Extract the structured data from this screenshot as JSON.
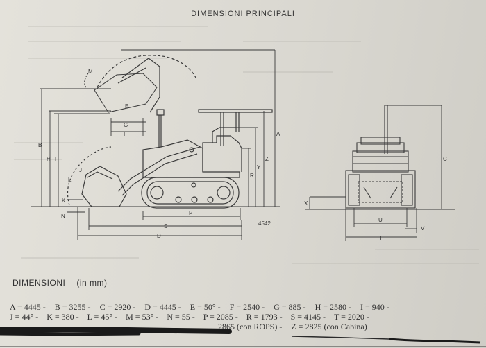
{
  "page": {
    "title": "DIMENSIONI   PRINCIPALI",
    "figure_number": "4542",
    "section_heading": "DIMENSIONI",
    "unit_label": "(in mm)"
  },
  "dimensions": {
    "line1": [
      "A = 4445 -",
      "B = 3255 -",
      "C = 2920 -",
      "D = 4445 -",
      "E = 50° -",
      "F = 2540 -",
      "G = 885 -",
      "H = 2580 -",
      "I = 940 -"
    ],
    "line2": [
      "J = 44° -",
      "K = 380 -",
      "L = 45° -",
      "M = 53° -",
      "N = 55 -",
      "P = 2085 -",
      "R = 1793 -",
      "S = 4145 -",
      "T = 2020 -"
    ],
    "line3": [
      "2865 (con ROPS) -",
      "Z = 2825 (con Cabina)"
    ]
  },
  "drawing_labels": {
    "side": [
      "M",
      "E",
      "G",
      "I",
      "B",
      "H",
      "F",
      "A",
      "Z",
      "Y",
      "R",
      "J",
      "K",
      "N",
      "P",
      "S",
      "D",
      "L"
    ],
    "front": [
      "C",
      "X",
      "U",
      "V",
      "T"
    ]
  },
  "colors": {
    "paper": "#dcdad3",
    "ink": "#333333",
    "marker": "#1a1a1a"
  }
}
